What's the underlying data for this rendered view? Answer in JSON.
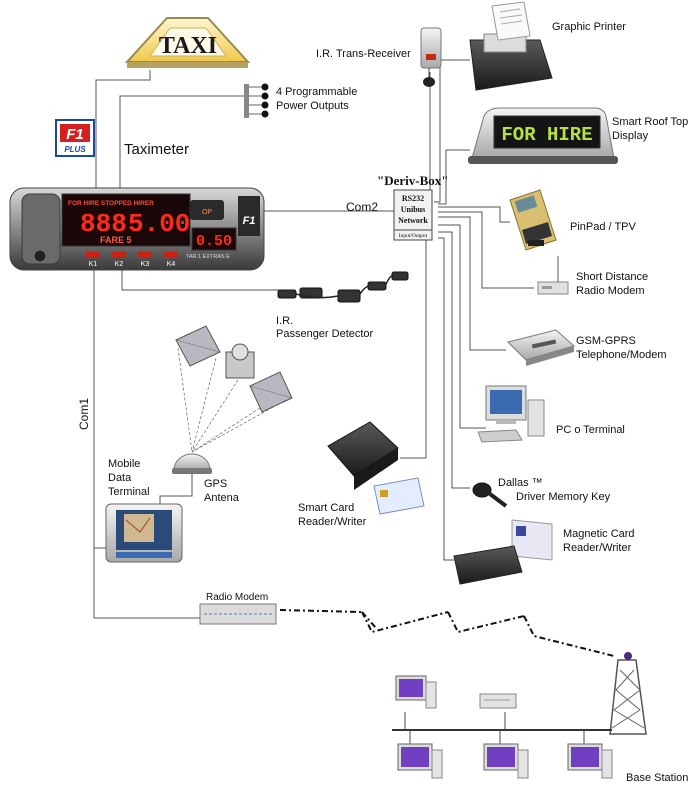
{
  "sign_text": "TAXI",
  "taximeter": {
    "title": "Taximeter",
    "logo": "F1",
    "logo_sub": "PLUS",
    "status_line": "FOR HIRE STOPPED  HIRER",
    "fare_amount": "5.00",
    "fare_label": "FARE 5",
    "extras_amount": "0.50",
    "extras_label": "TAR.1  EXTRAS E",
    "keys": [
      "K1",
      "K2",
      "K3",
      "K4"
    ],
    "op_label": "OP"
  },
  "outputs_label": [
    "4 Programmable",
    "Power Outputs"
  ],
  "hub": {
    "title": "\"Deriv-Box\"",
    "lines": [
      "RS232",
      "Unibus",
      "Network"
    ],
    "footer": "Input/Output"
  },
  "com2_label": "Com2",
  "com1_label": "Com1",
  "roof_display_text": "FOR HIRE",
  "devices": {
    "ir_trans_receiver": "I.R. Trans-Receiver",
    "graphic_printer": "Graphic Printer",
    "smart_roof_top": [
      "Smart Roof Top",
      "Display"
    ],
    "pinpad": "PinPad / TPV",
    "short_distance": [
      "Short Distance",
      "Radio Modem"
    ],
    "gsm": [
      "GSM-GPRS",
      "Telephone/Modem"
    ],
    "pc": "PC o Terminal",
    "dallas": [
      "Dallas ™",
      "Driver Memory Key"
    ],
    "magnetic_card": [
      "Magnetic Card",
      "Reader/Writer"
    ],
    "smart_card": [
      "Smart Card",
      "Reader/Writer"
    ],
    "passenger_detector": [
      "I.R.",
      "Passenger Detector"
    ],
    "gps": [
      "GPS",
      "Antena"
    ],
    "mdt": [
      "Mobile",
      "Data",
      "Terminal"
    ],
    "radio_modem": "Radio Modem",
    "base_station": "Base Station"
  }
}
